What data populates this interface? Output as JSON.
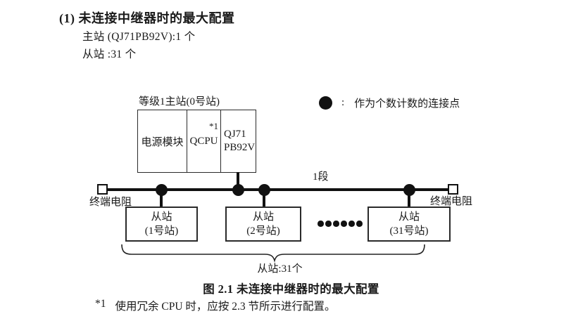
{
  "page": {
    "heading": "(1) 未连接中继器时的最大配置",
    "master_count": "主站 (QJ71PB92V):1 个",
    "slave_count": "从站 :31 个",
    "figure_caption": "图 2.1 未连接中继器时的最大配置",
    "footnote": {
      "marker": "*1",
      "text": "使用冗余 CPU 时，应按 2.3 节所示进行配置。"
    }
  },
  "diagram": {
    "master": {
      "label": "等级1主站(0号站)",
      "cells": [
        {
          "line1": "电源模块"
        },
        {
          "line1": "QCPU",
          "note": "*1"
        },
        {
          "line1": "QJ71",
          "line2": "PB92V"
        }
      ]
    },
    "legend": {
      "separator": ":",
      "text": "作为个数计数的连接点"
    },
    "bus": {
      "segment_label": "1段"
    },
    "terminators": {
      "left_label": "终端电阻",
      "right_label": "终端电阻"
    },
    "slaves": [
      {
        "line1": "从站",
        "line2": "(1号站)"
      },
      {
        "line1": "从站",
        "line2": "(2号站)"
      },
      {
        "line1": "从站",
        "line2": "(31号站)"
      }
    ],
    "brace_label": "从站:31个"
  },
  "colors": {
    "ink": "#1a1a1a",
    "line": "#111111"
  }
}
